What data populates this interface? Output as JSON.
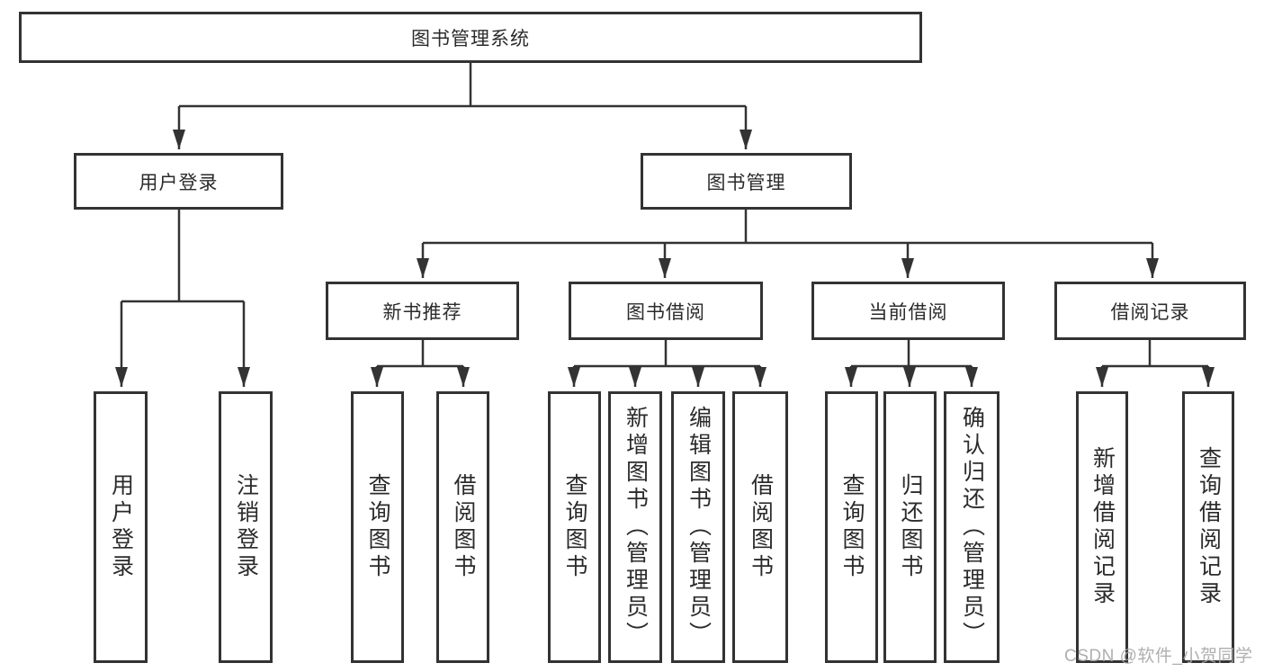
{
  "tree": {
    "label": "图书管理系统",
    "children": [
      {
        "label": "用户登录",
        "children": [
          {
            "label": "用户登录"
          },
          {
            "label": "注销登录"
          }
        ]
      },
      {
        "label": "图书管理",
        "children": [
          {
            "label": "新书推荐",
            "children": [
              {
                "label": "查询图书"
              },
              {
                "label": "借阅图书"
              }
            ]
          },
          {
            "label": "图书借阅",
            "children": [
              {
                "label": "查询图书"
              },
              {
                "label": "新增图书（管理员）"
              },
              {
                "label": "编辑图书（管理员）"
              },
              {
                "label": "借阅图书"
              }
            ]
          },
          {
            "label": "当前借阅",
            "children": [
              {
                "label": "查询图书"
              },
              {
                "label": "归还图书"
              },
              {
                "label": "确认归还（管理员）"
              }
            ]
          },
          {
            "label": "借阅记录",
            "children": [
              {
                "label": "新增借阅记录"
              },
              {
                "label": "查询借阅记录"
              }
            ]
          }
        ]
      }
    ]
  },
  "watermark": {
    "text": "CSDN @软件_小贺同学"
  },
  "colors": {
    "line": "#333333",
    "text": "#2b2b2b",
    "box_fill": "#ffffff",
    "watermark": "#a6a6a6"
  }
}
